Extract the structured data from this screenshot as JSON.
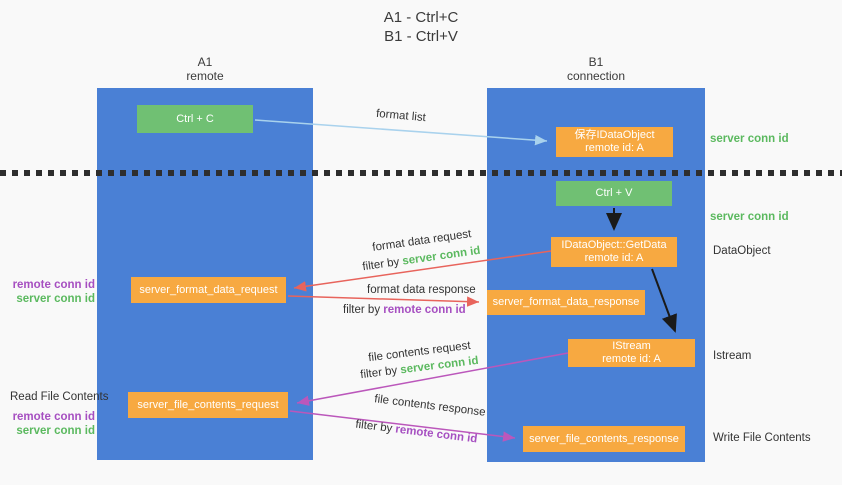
{
  "title": {
    "line1": "A1 - Ctrl+C",
    "line2": "B1 - Ctrl+V"
  },
  "columns": {
    "left": {
      "id": "A1",
      "subtitle": "remote"
    },
    "right": {
      "id": "B1",
      "subtitle": "connection"
    }
  },
  "colors": {
    "lifeline_blue": "#4a80d5",
    "box_green": "#70c073",
    "box_orange": "#f7a941",
    "text_green": "#5bb95f",
    "text_purple": "#a64fc1",
    "arrow_red": "#e8645c",
    "arrow_magenta": "#bb57bb",
    "arrow_light_blue": "#a9d2ed",
    "arrow_black": "#1a1a1a",
    "background": "#f9f9f9"
  },
  "boxes": {
    "ctrl_c": {
      "label": "Ctrl + C"
    },
    "ctrl_v": {
      "label": "Ctrl + V"
    },
    "save_dataobject": {
      "line1": "保存IDataObject",
      "line2": "remote id: A"
    },
    "getdata": {
      "line1": "IDataObject::GetData",
      "line2": "remote id: A"
    },
    "istream": {
      "line1": "IStream",
      "line2": "remote id: A"
    },
    "format_request": {
      "label": "server_format_data_request"
    },
    "format_response": {
      "label": "server_format_data_response"
    },
    "file_request": {
      "label": "server_file_contents_request"
    },
    "file_response": {
      "label": "server_file_contents_response"
    }
  },
  "arrow_labels": {
    "format_list": "format list",
    "format_data_request": "format data request",
    "filter_server_1": {
      "prefix": "filter by ",
      "value": "server conn id"
    },
    "format_data_response": "format data response",
    "filter_remote_1": {
      "prefix": "filter by ",
      "value": "remote conn id"
    },
    "file_contents_request": "file contents request",
    "filter_server_2": {
      "prefix": "filter by ",
      "value": "server conn id"
    },
    "file_contents_response": "file contents response",
    "filter_remote_2": {
      "prefix": "filter by ",
      "value": "remote conn id"
    }
  },
  "side_labels": {
    "right_server_conn_1": "server conn id",
    "right_server_conn_2": "server conn id",
    "dataobject": "DataObject",
    "istream": "Istream",
    "write_file_contents": "Write File Contents",
    "left_remote_conn_1": "remote conn id",
    "left_server_conn_1": "server conn id",
    "read_file_contents": "Read File Contents",
    "left_remote_conn_2": "remote conn id",
    "left_server_conn_2": "server conn id"
  }
}
